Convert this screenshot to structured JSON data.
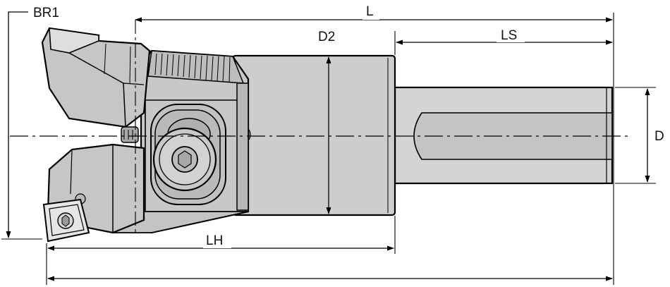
{
  "labels": {
    "br1": "BR1",
    "l": "L",
    "d2": "D2",
    "ls": "LS",
    "d": "D",
    "lh": "LH"
  },
  "colors": {
    "body_fill": "#cfcfcf",
    "shank_fill": "#d4d4d4",
    "insert_fill": "#e6e6e6",
    "line": "#000000"
  }
}
